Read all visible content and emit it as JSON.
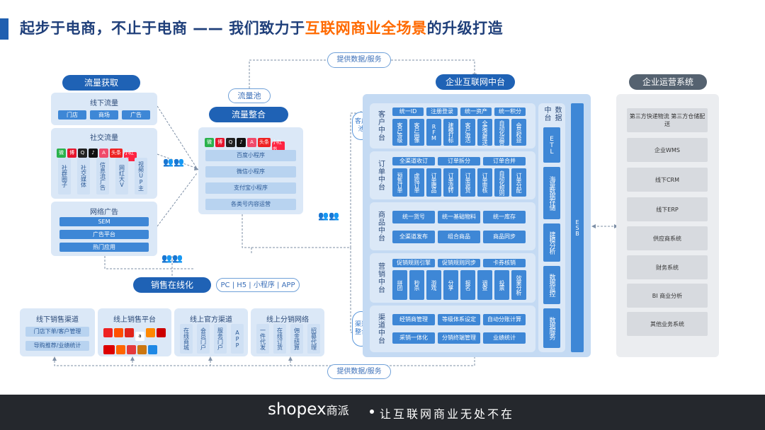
{
  "title": {
    "part1": "起步于电商，不止于电商 —— 我们致力于",
    "highlight": "互联网商业全场景",
    "part2": "的升级打造"
  },
  "arrow_labels": {
    "top": "提供数据/服务",
    "bottom": "提供数据/服务"
  },
  "traffic": {
    "header": "流量获取",
    "offline": {
      "title": "线下流量",
      "items": [
        "门店",
        "商场",
        "广告"
      ]
    },
    "social": {
      "title": "社交流量",
      "items": [
        "社群圈子",
        "社交媒体",
        "信息流广告",
        "网红大V",
        "视频UP主"
      ]
    },
    "network": {
      "title": "网络广告",
      "items": [
        "SEM",
        "广告平台",
        "热门应用"
      ]
    }
  },
  "pool": {
    "label": "流量池",
    "header": "流量整合",
    "items": [
      "百度小程序",
      "微信小程序",
      "支付宝小程序",
      "各类号内容运营"
    ]
  },
  "icons": {
    "wechat": "微",
    "weibo": "博",
    "qq": "Q",
    "tiktok": "♪",
    "a": "A",
    "toutiao": "头条",
    "xhs": "小红书"
  },
  "sales": {
    "header": "销售在线化",
    "channels_tag": "PC | H5 | 小程序 | APP",
    "offline": {
      "title": "线下销售渠道",
      "items": [
        "门店下单/客户管理",
        "导购推荐/业绩统计"
      ]
    },
    "platform": {
      "title": "线上销售平台"
    },
    "official": {
      "title": "线上官方渠道",
      "items": [
        "在线商城",
        "会员门户",
        "服务门户",
        "APP"
      ]
    },
    "distribution": {
      "title": "线上分销网络",
      "items": [
        "一件代发",
        "在线订货",
        "佣金结算",
        "招募代理"
      ]
    }
  },
  "middle": {
    "header": "企业互联网中台",
    "customer_pool": "客户池",
    "channel_integration": "渠道整合",
    "customer": {
      "label": "客户中台",
      "top": [
        "统一ID",
        "注册登录",
        "统一资产",
        "统一积分"
      ],
      "bottom": [
        "客户等级",
        "客户画像",
        "RFM",
        "建模打标",
        "客户激活",
        "全渠道推送",
        "自动化运营",
        "会员权益"
      ]
    },
    "order": {
      "label": "订单中台",
      "top": [
        "全渠道收订",
        "订单拆分",
        "订单合并"
      ],
      "bottom": [
        "预售订单",
        "虚拟订单",
        "订单赠品",
        "订单流转",
        "订单退货",
        "订单审核",
        "自动化规则",
        "订单分配"
      ]
    },
    "goods": {
      "label": "商品中台",
      "items": [
        "统一货号",
        "统一基础物料",
        "统一库存",
        "全渠道发布",
        "组合商品",
        "商品同步"
      ]
    },
    "marketing": {
      "label": "营销中台",
      "top": [
        "促销规则引擎",
        "促销规则同步",
        "卡券核销"
      ],
      "bottom": [
        "拼团",
        "秒杀",
        "游戏",
        "分享",
        "报名",
        "调查",
        "投票",
        "效果分析"
      ]
    },
    "channel": {
      "label": "渠道中台",
      "items": [
        "经销商管理",
        "等级体系设定",
        "自动分账计算",
        "采销一体化",
        "分销终端管理",
        "业绩统计"
      ]
    },
    "data": {
      "label": "数据中台",
      "items": [
        "ETL",
        "海量数据存储",
        "建模分析",
        "数据监控",
        "数据服务"
      ]
    },
    "esb": "ESB"
  },
  "ops": {
    "header": "企业运营系统",
    "items": [
      "第三方快递物流 第三方仓储配送",
      "企业WMS",
      "线下CRM",
      "线下ERP",
      "供应商系统",
      "财务系统",
      "BI 商业分析",
      "其他业务系统"
    ]
  },
  "footer": {
    "brand": "shopex",
    "brand_cn": "商派",
    "slogan": "让互联网商业无处不在"
  }
}
